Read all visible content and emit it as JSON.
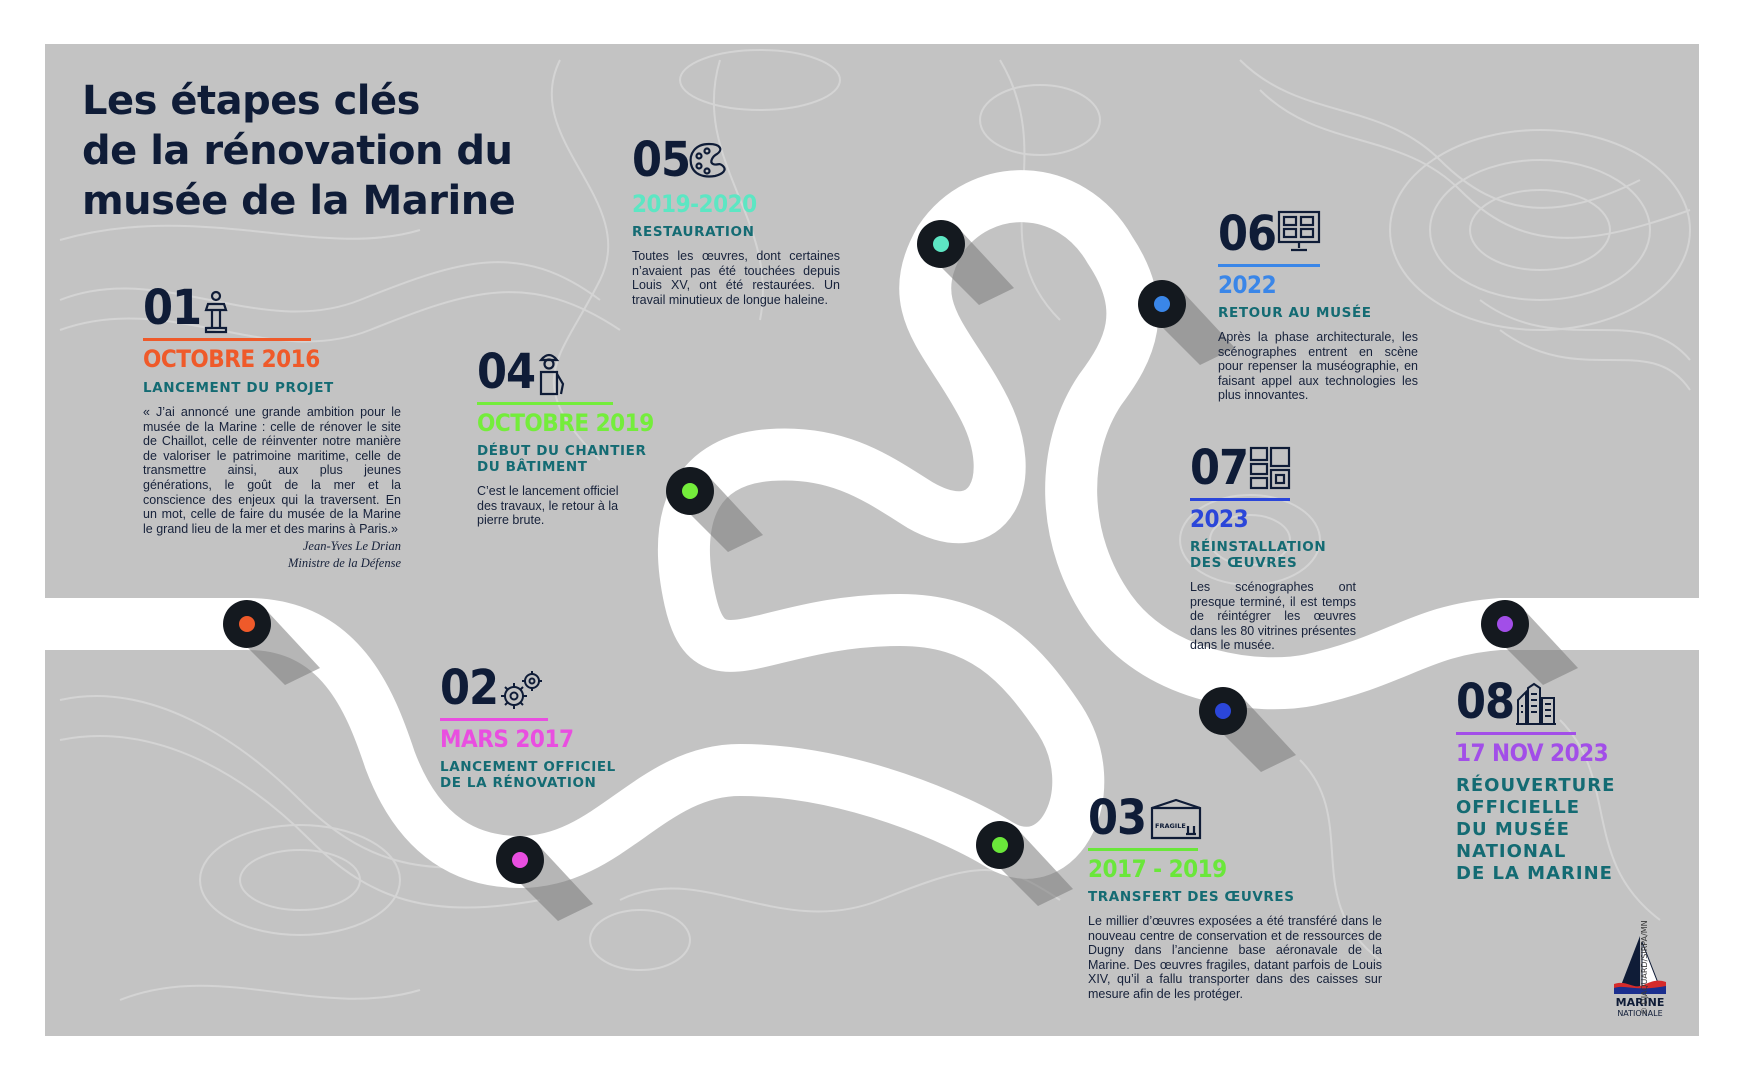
{
  "title": {
    "line1": "Les étapes clés",
    "line2": "de la rénovation du",
    "line3": "musée de la Marine"
  },
  "colors": {
    "background": "#c3c3c3",
    "road": "#ffffff",
    "ink": "#0f1c37",
    "heading": "#146b73",
    "step01": "#ef5a2a",
    "step02": "#e94ee0",
    "step03": "#6ae73a",
    "step04": "#74ed3b",
    "step05": "#5de6c3",
    "step06": "#3a86e8",
    "step07": "#2b46d9",
    "step08": "#a24ee8"
  },
  "steps": [
    {
      "number": "01",
      "date": "OCTOBRE 2016",
      "heading": [
        "LANCEMENT DU PROJET"
      ],
      "body": "« J’ai annoncé une grande ambition pour le musée de la Marine : celle de rénover le site de Chaillot, celle de réinventer notre manière de valoriser le patrimoine maritime, celle de transmettre ainsi, aux plus jeunes générations, le goût de la mer et la conscience des enjeux qui la traversent. En un mot, celle de faire du musée de la Marine le grand lieu de la mer et des marins à Paris.»",
      "signature": [
        "Jean-Yves Le Drian",
        "Ministre de la Défense"
      ],
      "icon": "lectern-icon"
    },
    {
      "number": "02",
      "date": "MARS 2017",
      "heading": [
        "LANCEMENT OFFICIEL",
        "DE LA RÉNOVATION"
      ],
      "icon": "gears-icon"
    },
    {
      "number": "03",
      "date": "2017 - 2019",
      "heading": [
        "TRANSFERT DES ŒUVRES"
      ],
      "body": "Le millier d’œuvres exposées a été transféré dans le nouveau centre de conservation et de ressources de Dugny dans l’ancienne base aéronavale de la Marine. Des œuvres fragiles, datant parfois de Louis XIV, qu’il a fallu transporter dans des caisses sur mesure afin de les protéger.",
      "icon": "fragile-box-icon",
      "box_label": "FRAGILE"
    },
    {
      "number": "04",
      "date": "OCTOBRE 2019",
      "heading": [
        "DÉBUT DU CHANTIER",
        "DU BÂTIMENT"
      ],
      "body": "C’est le lancement officiel des travaux, le retour à la pierre brute.",
      "icon": "worker-icon"
    },
    {
      "number": "05",
      "date": "2019-2020",
      "heading": [
        "RESTAURATION"
      ],
      "body": "Toutes les œuvres, dont certaines n’avaient pas été touchées depuis Louis XV, ont été restaurées. Un travail minutieux de longue haleine.",
      "icon": "palette-icon"
    },
    {
      "number": "06",
      "date": "2022",
      "heading": [
        "RETOUR AU MUSÉE"
      ],
      "body": "Après la phase architecturale, les scénographes entrent en scène pour repenser la muséographie, en faisant appel aux technologies les plus innovantes.",
      "icon": "screens-icon"
    },
    {
      "number": "07",
      "date": "2023",
      "heading": [
        "RÉINSTALLATION",
        "DES ŒUVRES"
      ],
      "body": "Les scénographes ont presque terminé, il est temps de réintégrer les œuvres dans les 80 vitrines présentes dans le musée.",
      "icon": "display-cases-icon"
    },
    {
      "number": "08",
      "date": "17 NOV 2023",
      "heading": [
        "RÉOUVERTURE",
        "OFFICIELLE",
        "DU MUSÉE",
        "NATIONAL",
        "DE LA MARINE"
      ],
      "icon": "city-buildings-icon"
    }
  ],
  "logo": {
    "line1": "MARINE",
    "line2": "NATIONALE",
    "icon": "marine-nationale-logo-icon"
  },
  "credit": "© DJAQUARD/SIRPA/MN"
}
